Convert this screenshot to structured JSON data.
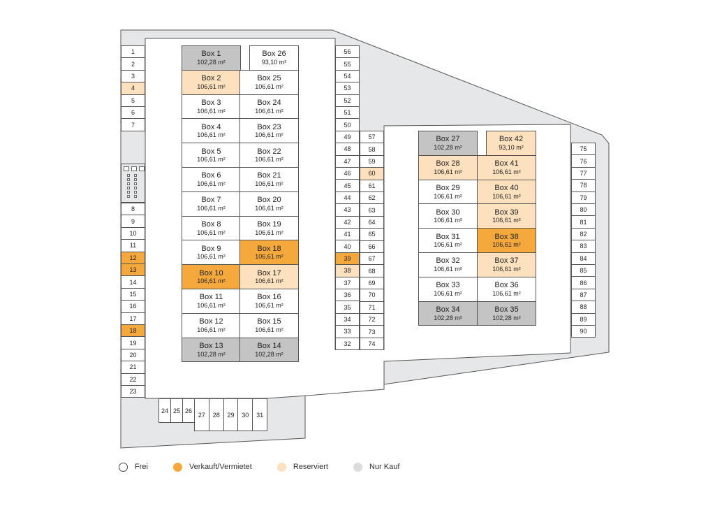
{
  "colors": {
    "frei": "#ffffff",
    "verkauft": "#f5a93d",
    "reserviert": "#fde0bd",
    "nur_kauf": "#c4c4c4",
    "floor": "#e6e7e8",
    "line": "#555555"
  },
  "legend": [
    {
      "key": "frei",
      "label": "Frei"
    },
    {
      "key": "verkauft",
      "label": "Verkauft/Vermietet"
    },
    {
      "key": "reserviert",
      "label": "Reserviert"
    },
    {
      "key": "nur_kauf",
      "label": "Nur Kauf"
    }
  ],
  "boxes_left": [
    {
      "name": "Box 1",
      "area": "102,28 m²",
      "status": "nur_kauf"
    },
    {
      "name": "Box 26",
      "area": "93,10 m²",
      "status": "frei"
    },
    {
      "name": "Box 2",
      "area": "106,61 m²",
      "status": "reserviert"
    },
    {
      "name": "Box 25",
      "area": "106,61 m²",
      "status": "frei"
    },
    {
      "name": "Box 3",
      "area": "106,61 m²",
      "status": "frei"
    },
    {
      "name": "Box 24",
      "area": "106,61 m²",
      "status": "frei"
    },
    {
      "name": "Box 4",
      "area": "106,61 m²",
      "status": "frei"
    },
    {
      "name": "Box 23",
      "area": "106,61 m²",
      "status": "frei"
    },
    {
      "name": "Box 5",
      "area": "106,61 m²",
      "status": "frei"
    },
    {
      "name": "Box 22",
      "area": "106,61 m²",
      "status": "frei"
    },
    {
      "name": "Box 6",
      "area": "106,61 m²",
      "status": "frei"
    },
    {
      "name": "Box 21",
      "area": "106,61 m²",
      "status": "frei"
    },
    {
      "name": "Box 7",
      "area": "106,61 m²",
      "status": "frei"
    },
    {
      "name": "Box 20",
      "area": "106,61 m²",
      "status": "frei"
    },
    {
      "name": "Box 8",
      "area": "106,61 m²",
      "status": "frei"
    },
    {
      "name": "Box 19",
      "area": "106,61 m²",
      "status": "frei"
    },
    {
      "name": "Box 9",
      "area": "106,61 m²",
      "status": "frei"
    },
    {
      "name": "Box 18",
      "area": "106,61 m²",
      "status": "verkauft"
    },
    {
      "name": "Box 10",
      "area": "106,61 m²",
      "status": "verkauft"
    },
    {
      "name": "Box 17",
      "area": "106,61 m²",
      "status": "reserviert"
    },
    {
      "name": "Box 11",
      "area": "106,61 m²",
      "status": "frei"
    },
    {
      "name": "Box 16",
      "area": "106,61 m²",
      "status": "frei"
    },
    {
      "name": "Box 12",
      "area": "106,61 m²",
      "status": "frei"
    },
    {
      "name": "Box 15",
      "area": "106,61 m²",
      "status": "frei"
    },
    {
      "name": "Box 13",
      "area": "102,28 m²",
      "status": "nur_kauf"
    },
    {
      "name": "Box 14",
      "area": "102,28 m²",
      "status": "nur_kauf"
    }
  ],
  "boxes_right": [
    {
      "name": "Box 27",
      "area": "102,28 m²",
      "status": "nur_kauf"
    },
    {
      "name": "Box 42",
      "area": "93,10 m²",
      "status": "reserviert"
    },
    {
      "name": "Box 28",
      "area": "106,61 m²",
      "status": "reserviert"
    },
    {
      "name": "Box 41",
      "area": "106,61 m²",
      "status": "reserviert"
    },
    {
      "name": "Box 29",
      "area": "106,61 m²",
      "status": "frei"
    },
    {
      "name": "Box 40",
      "area": "106,61 m²",
      "status": "reserviert"
    },
    {
      "name": "Box 30",
      "area": "106,61 m²",
      "status": "frei"
    },
    {
      "name": "Box 39",
      "area": "106,61 m²",
      "status": "reserviert"
    },
    {
      "name": "Box 31",
      "area": "106,61 m²",
      "status": "frei"
    },
    {
      "name": "Box 38",
      "area": "106,61 m²",
      "status": "verkauft"
    },
    {
      "name": "Box 32",
      "area": "106,61 m²",
      "status": "frei"
    },
    {
      "name": "Box 37",
      "area": "106,61 m²",
      "status": "reserviert"
    },
    {
      "name": "Box 33",
      "area": "106,61 m²",
      "status": "frei"
    },
    {
      "name": "Box 36",
      "area": "106,61 m²",
      "status": "frei"
    },
    {
      "name": "Box 34",
      "area": "102,28 m²",
      "status": "nur_kauf"
    },
    {
      "name": "Box 35",
      "area": "102,28 m²",
      "status": "nur_kauf"
    }
  ],
  "spaces_left_top": [
    {
      "label": "1",
      "status": "frei"
    },
    {
      "label": "2",
      "status": "frei"
    },
    {
      "label": "3",
      "status": "frei"
    },
    {
      "label": "4",
      "status": "reserviert"
    },
    {
      "label": "5",
      "status": "frei"
    },
    {
      "label": "6",
      "status": "frei"
    },
    {
      "label": "7",
      "status": "frei"
    }
  ],
  "spaces_left_bottom": [
    {
      "label": "8",
      "status": "frei"
    },
    {
      "label": "9",
      "status": "frei"
    },
    {
      "label": "10",
      "status": "frei"
    },
    {
      "label": "11",
      "status": "frei"
    },
    {
      "label": "12",
      "status": "verkauft"
    },
    {
      "label": "13",
      "status": "verkauft"
    },
    {
      "label": "14",
      "status": "frei"
    },
    {
      "label": "15",
      "status": "frei"
    },
    {
      "label": "16",
      "status": "frei"
    },
    {
      "label": "17",
      "status": "frei"
    },
    {
      "label": "18",
      "status": "verkauft"
    },
    {
      "label": "19",
      "status": "frei"
    },
    {
      "label": "20",
      "status": "frei"
    },
    {
      "label": "21",
      "status": "frei"
    },
    {
      "label": "22",
      "status": "frei"
    },
    {
      "label": "23",
      "status": "frei"
    }
  ],
  "spaces_bottom_a": [
    {
      "label": "24",
      "status": "frei"
    },
    {
      "label": "25",
      "status": "frei"
    },
    {
      "label": "26",
      "status": "frei"
    }
  ],
  "spaces_bottom_b": [
    {
      "label": "27",
      "status": "frei"
    },
    {
      "label": "28",
      "status": "frei"
    },
    {
      "label": "29",
      "status": "frei"
    },
    {
      "label": "30",
      "status": "frei"
    },
    {
      "label": "31",
      "status": "frei"
    }
  ],
  "spaces_middle_a": [
    {
      "label": "56",
      "status": "frei"
    },
    {
      "label": "55",
      "status": "frei"
    },
    {
      "label": "54",
      "status": "frei"
    },
    {
      "label": "53",
      "status": "frei"
    },
    {
      "label": "52",
      "status": "frei"
    },
    {
      "label": "51",
      "status": "frei"
    },
    {
      "label": "50",
      "status": "frei"
    },
    {
      "label": "49",
      "status": "frei"
    },
    {
      "label": "48",
      "status": "frei"
    },
    {
      "label": "47",
      "status": "frei"
    },
    {
      "label": "46",
      "status": "frei"
    },
    {
      "label": "45",
      "status": "frei"
    },
    {
      "label": "44",
      "status": "frei"
    },
    {
      "label": "43",
      "status": "frei"
    },
    {
      "label": "42",
      "status": "frei"
    },
    {
      "label": "41",
      "status": "frei"
    },
    {
      "label": "40",
      "status": "frei"
    },
    {
      "label": "39",
      "status": "verkauft"
    },
    {
      "label": "38",
      "status": "reserviert"
    },
    {
      "label": "37",
      "status": "frei"
    },
    {
      "label": "36",
      "status": "frei"
    },
    {
      "label": "35",
      "status": "frei"
    },
    {
      "label": "34",
      "status": "frei"
    },
    {
      "label": "33",
      "status": "frei"
    },
    {
      "label": "32",
      "status": "frei"
    }
  ],
  "spaces_middle_b": [
    {
      "label": "57",
      "status": "frei"
    },
    {
      "label": "58",
      "status": "frei"
    },
    {
      "label": "59",
      "status": "frei"
    },
    {
      "label": "60",
      "status": "reserviert"
    },
    {
      "label": "61",
      "status": "frei"
    },
    {
      "label": "62",
      "status": "frei"
    },
    {
      "label": "63",
      "status": "frei"
    },
    {
      "label": "64",
      "status": "frei"
    },
    {
      "label": "65",
      "status": "frei"
    },
    {
      "label": "66",
      "status": "frei"
    },
    {
      "label": "67",
      "status": "frei"
    },
    {
      "label": "68",
      "status": "frei"
    },
    {
      "label": "69",
      "status": "frei"
    },
    {
      "label": "70",
      "status": "frei"
    },
    {
      "label": "71",
      "status": "frei"
    },
    {
      "label": "72",
      "status": "frei"
    },
    {
      "label": "73",
      "status": "frei"
    },
    {
      "label": "74",
      "status": "frei"
    }
  ],
  "spaces_right": [
    {
      "label": "75",
      "status": "frei"
    },
    {
      "label": "76",
      "status": "frei"
    },
    {
      "label": "77",
      "status": "frei"
    },
    {
      "label": "78",
      "status": "frei"
    },
    {
      "label": "79",
      "status": "frei"
    },
    {
      "label": "80",
      "status": "frei"
    },
    {
      "label": "81",
      "status": "frei"
    },
    {
      "label": "82",
      "status": "frei"
    },
    {
      "label": "83",
      "status": "frei"
    },
    {
      "label": "84",
      "status": "frei"
    },
    {
      "label": "85",
      "status": "frei"
    },
    {
      "label": "86",
      "status": "frei"
    },
    {
      "label": "87",
      "status": "frei"
    },
    {
      "label": "88",
      "status": "frei"
    },
    {
      "label": "89",
      "status": "frei"
    },
    {
      "label": "90",
      "status": "frei"
    }
  ]
}
